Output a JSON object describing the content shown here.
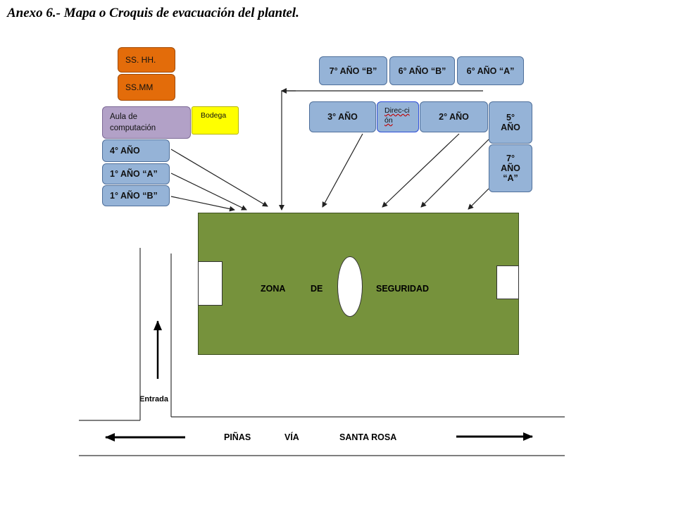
{
  "title": "Anexo 6.- Mapa o Croquis de evacuación del plantel.",
  "rooms": {
    "sshh": "SS. HH.",
    "ssmm": "SS.MM",
    "aula_computacion": "Aula de computación",
    "bodega": "Bodega",
    "cuarto": "4° AÑO",
    "primero_a": "1° AÑO “A”",
    "primero_b": "1° AÑO “B”",
    "septimo_b": "7° AÑO “B”",
    "sexto_b": "6° AÑO “B”",
    "sexto_a": "6° AÑO “A”",
    "tercero": "3° AÑO",
    "direccion": "Direc-ción",
    "segundo": "2° AÑO",
    "quinto": "5° AÑO",
    "septimo_a": "7° AÑO “A”"
  },
  "zone": {
    "word1": "ZONA",
    "word2": "DE",
    "word3": "SEGURIDAD",
    "color": "#76923c"
  },
  "road": {
    "word1": "PIÑAS",
    "word2": "VÍA",
    "word3": "SANTA ROSA"
  },
  "entrance": "Entrada",
  "colors": {
    "classroom": "#95b3d7",
    "restroom": "#e36c0a",
    "computer_lab": "#b2a1c7",
    "storage": "#ffff00"
  }
}
